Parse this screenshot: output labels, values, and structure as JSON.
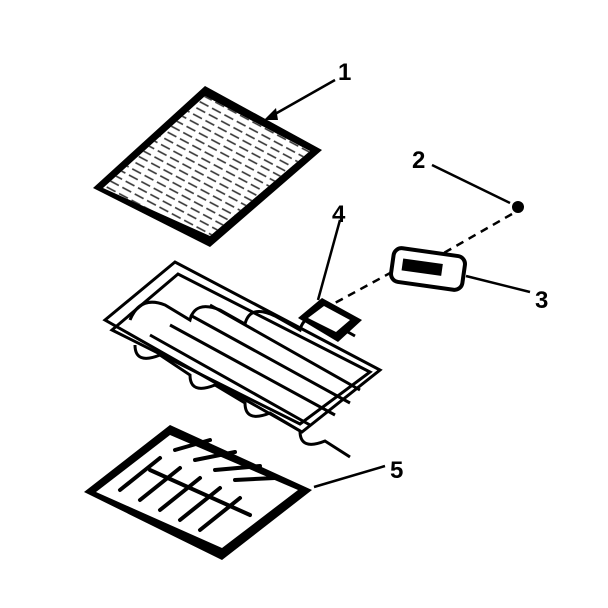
{
  "diagram": {
    "type": "exploded-parts-diagram",
    "callouts": [
      {
        "id": "1",
        "label": "1"
      },
      {
        "id": "2",
        "label": "2"
      },
      {
        "id": "3",
        "label": "3"
      },
      {
        "id": "4",
        "label": "4"
      },
      {
        "id": "5",
        "label": "5"
      }
    ],
    "line_color": "#000000",
    "background": "#ffffff"
  }
}
